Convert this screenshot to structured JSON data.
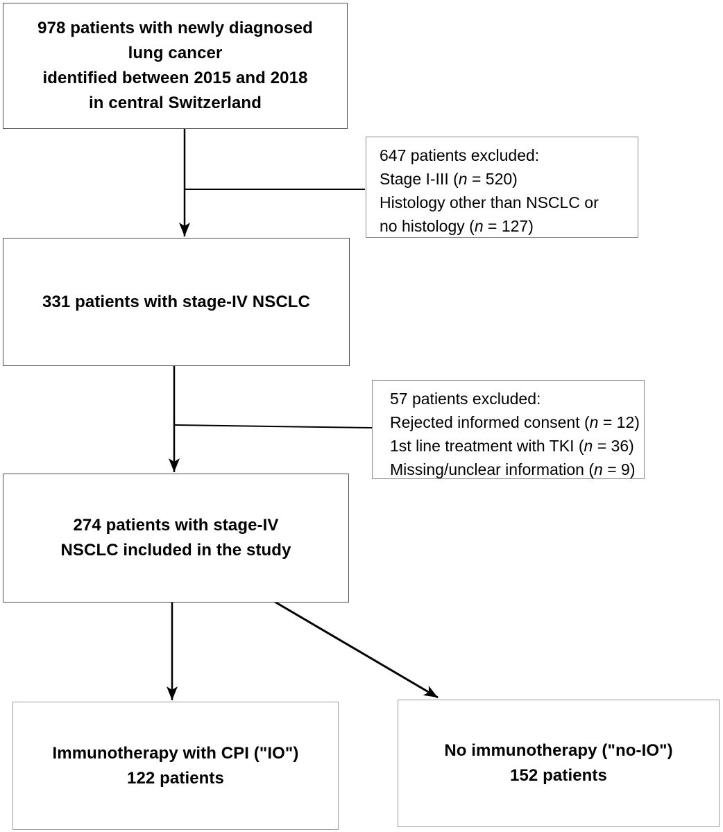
{
  "title": "Patient flow diagram",
  "colors": {
    "background": "#ffffff",
    "text": "#000000",
    "connector_line": "#000000",
    "main_box_border": "#4d4d4d",
    "bottom_box_border": "#9b9b9b",
    "exclusion_box_border": "#8a8a8a"
  },
  "flow": {
    "top_box": {
      "lines": [
        "978 patients with newly diagnosed",
        "lung cancer",
        "identified between 2015 and 2018",
        "in central Switzerland"
      ]
    },
    "stage4_box": {
      "lines": [
        "331 patients with stage-IV NSCLC"
      ]
    },
    "included_box": {
      "lines": [
        "274 patients with stage-IV",
        "NSCLC included in the study"
      ]
    },
    "io_box": {
      "lines": [
        "Immunotherapy with CPI (\"IO\")",
        "122 patients"
      ]
    },
    "noio_box": {
      "lines": [
        "No immunotherapy (\"no-IO\")",
        "152 patients"
      ]
    },
    "exclusion1": {
      "lines": [
        {
          "pre": "647 patients excluded:",
          "n": "",
          "post": ""
        },
        {
          "pre": "Stage I-III (",
          "n": "n",
          "post": " = 520)"
        },
        {
          "pre": "Histology other than NSCLC or",
          "n": "",
          "post": ""
        },
        {
          "pre": "no histology (",
          "n": "n",
          "post": " = 127)"
        }
      ]
    },
    "exclusion2": {
      "lines": [
        {
          "pre": "57 patients excluded:",
          "n": "",
          "post": ""
        },
        {
          "pre": "Rejected informed consent (",
          "n": "n",
          "post": " = 12)"
        },
        {
          "pre": "1st line treatment with TKI (",
          "n": "n",
          "post": " = 36)"
        },
        {
          "pre": "Missing/unclear information (",
          "n": "n",
          "post": " = 9)"
        }
      ]
    }
  }
}
